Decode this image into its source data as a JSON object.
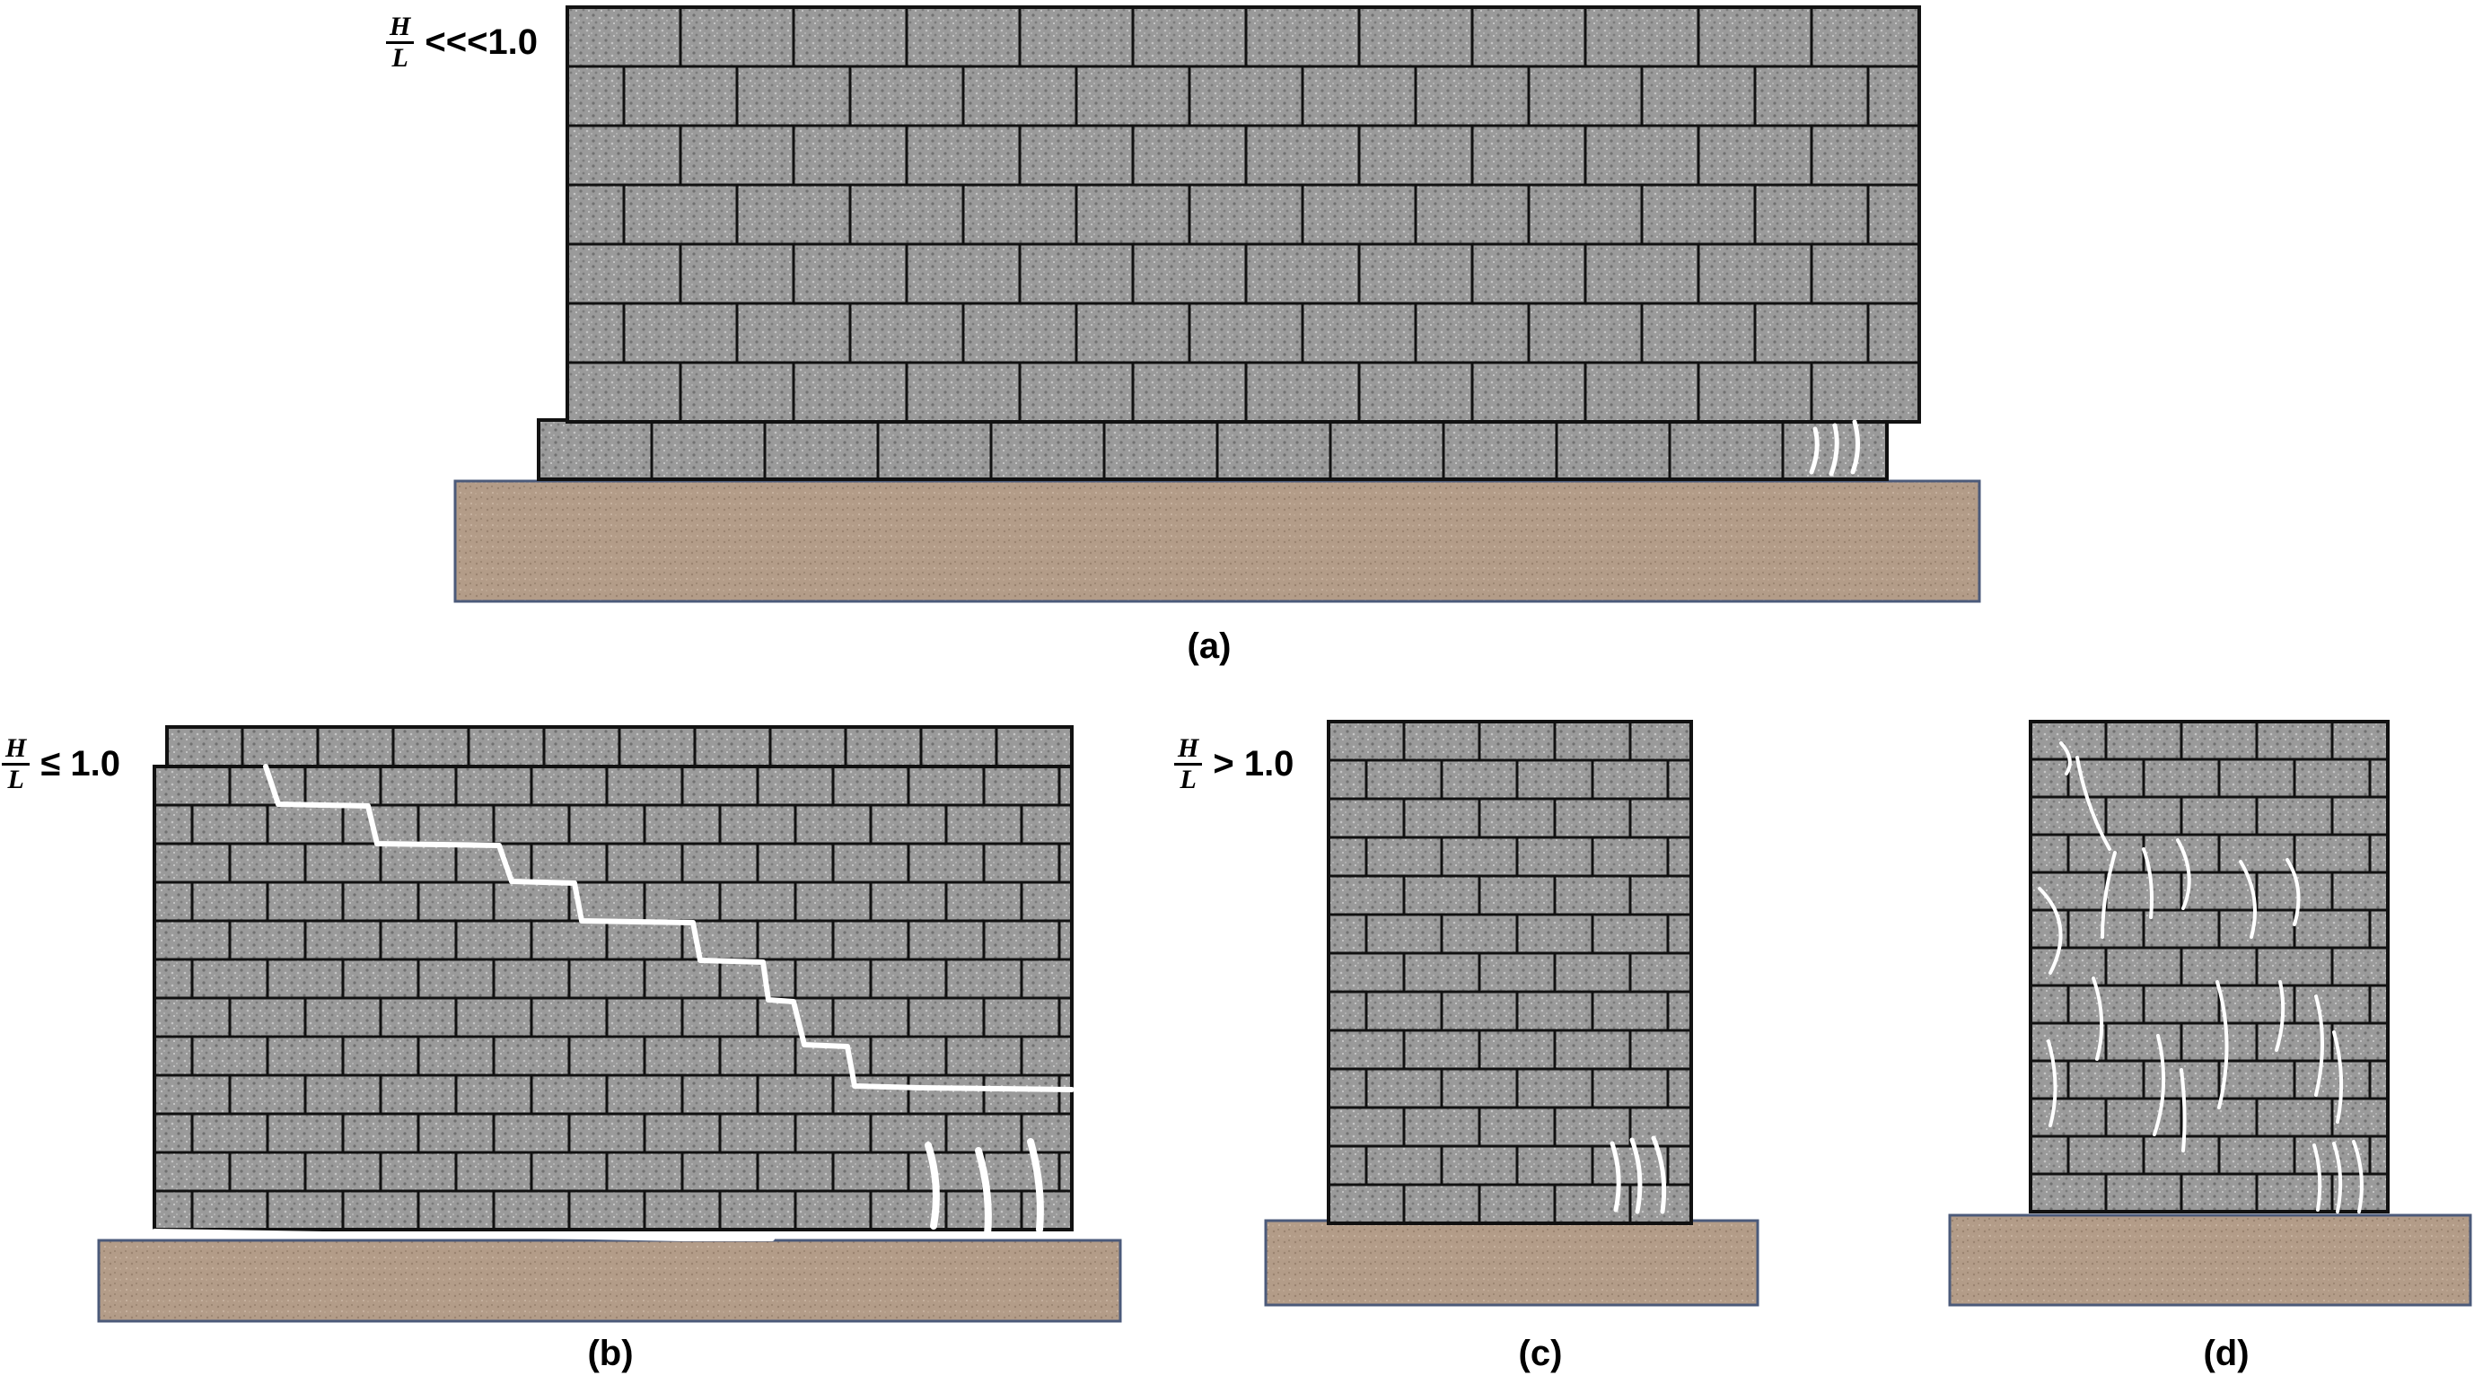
{
  "colors": {
    "brick": "#9a9a9a",
    "mortar": "#111111",
    "soil": "#b39c88",
    "soil_border": "#4b5a7a",
    "crack": "#ffffff"
  },
  "panels": [
    {
      "id": "a",
      "caption": "(a)",
      "ratio_num": "H",
      "ratio_den": "L",
      "ratio_relation": "<<<1.0",
      "crack_pattern": "toe cracks"
    },
    {
      "id": "b",
      "caption": "(b)",
      "ratio_num": "H",
      "ratio_den": "L",
      "ratio_relation": "≤ 1.0",
      "crack_pattern": "diagonal stepped crack and toe cracks"
    },
    {
      "id": "c",
      "caption": "(c)",
      "ratio_num": "H",
      "ratio_den": "L",
      "ratio_relation": "> 1.0",
      "crack_pattern": "toe cracks"
    },
    {
      "id": "d",
      "caption": "(d)",
      "ratio_num": "",
      "ratio_den": "",
      "ratio_relation": "",
      "crack_pattern": "distributed cracks"
    }
  ]
}
